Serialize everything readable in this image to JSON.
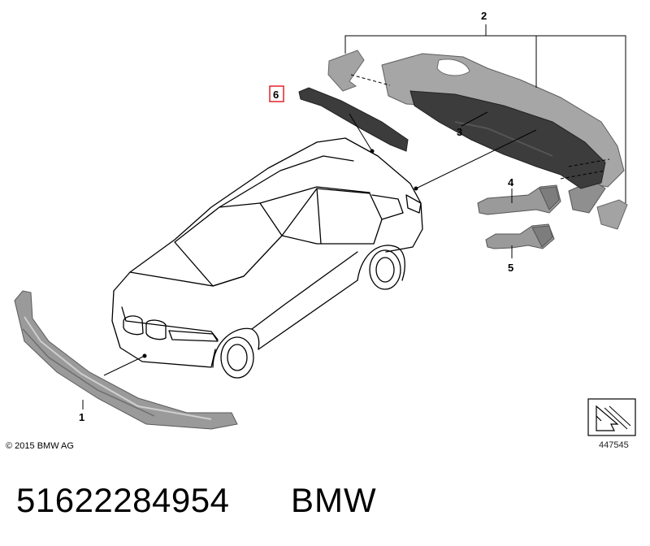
{
  "diagram": {
    "callouts": [
      "1",
      "2",
      "3",
      "4",
      "5",
      "6"
    ],
    "highlighted_callout": "6",
    "highlight_color": "#e0232b",
    "part_fill_color": "#9a9a9a",
    "dark_part_color": "#3c3c3c"
  },
  "footer": {
    "copyright": "© 2015 BMW AG",
    "diagram_number": "447545",
    "navigation_icon": "diagonal-arrow-icon"
  },
  "caption": {
    "part_number": "51622284954",
    "brand": "BMW"
  }
}
